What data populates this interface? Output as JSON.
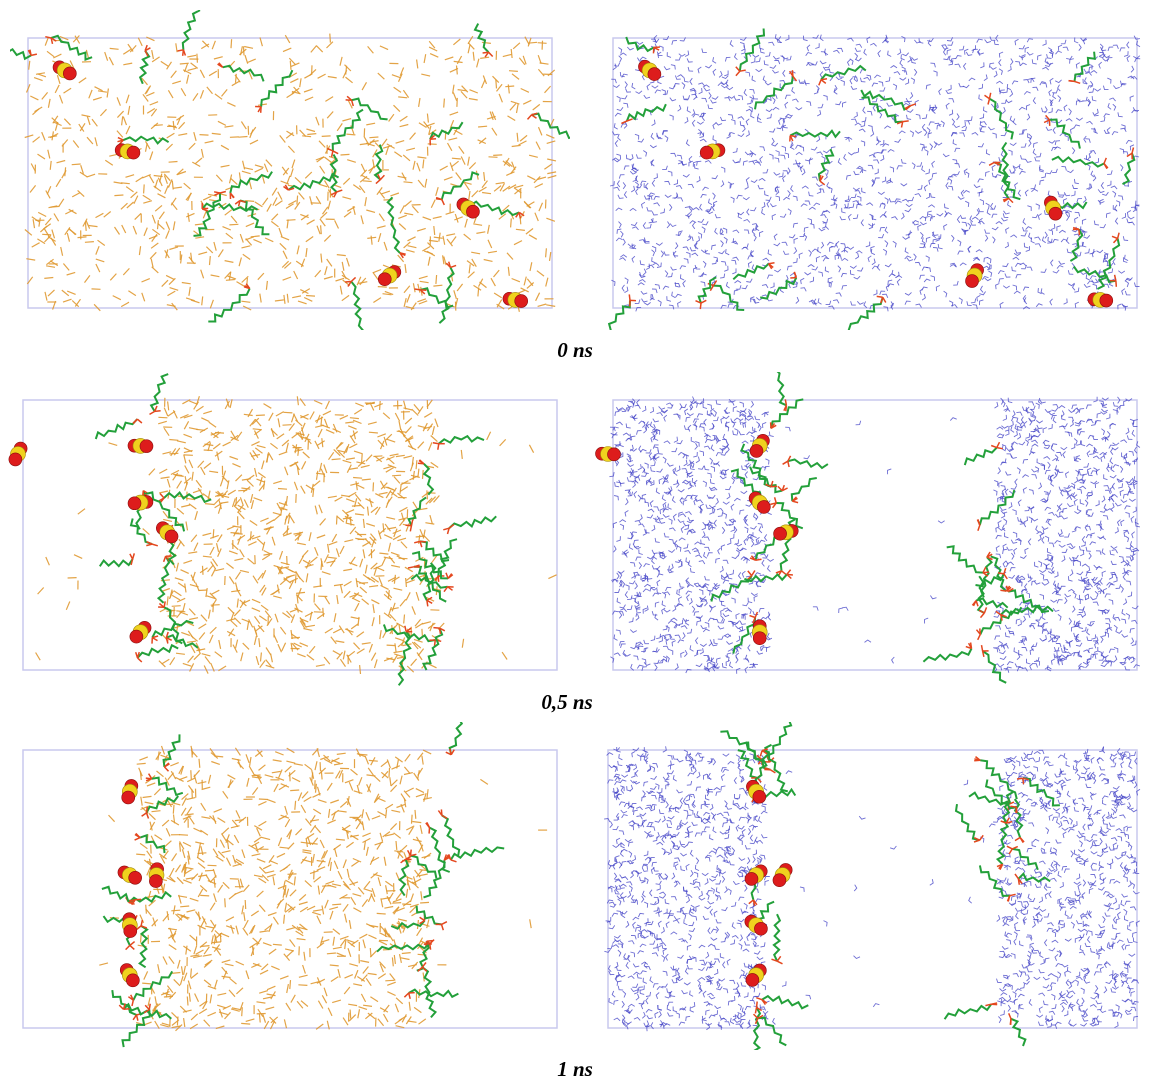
{
  "figure": {
    "captions": [
      "0 ns",
      "0,5 ns",
      "1 ns"
    ],
    "colors": {
      "box": "#c9c9ee",
      "solvent_organic": "#e09a32",
      "solvent_water": "#4848c8",
      "surfactant_tail": "#23a03a",
      "surfactant_head": "#e4471e",
      "sulfate_core": "#f0d21e",
      "sulfate_oxygen": "#dd1c1c"
    },
    "panels": [
      {
        "row": 0,
        "side": "left",
        "solvent": "organic",
        "phase": "mixed"
      },
      {
        "row": 0,
        "side": "right",
        "solvent": "water",
        "phase": "mixed"
      },
      {
        "row": 1,
        "side": "left",
        "solvent": "organic",
        "phase": "separating"
      },
      {
        "row": 1,
        "side": "right",
        "solvent": "water",
        "phase": "separating"
      },
      {
        "row": 2,
        "side": "left",
        "solvent": "organic",
        "phase": "separated"
      },
      {
        "row": 2,
        "side": "right",
        "solvent": "water",
        "phase": "separated"
      }
    ]
  }
}
